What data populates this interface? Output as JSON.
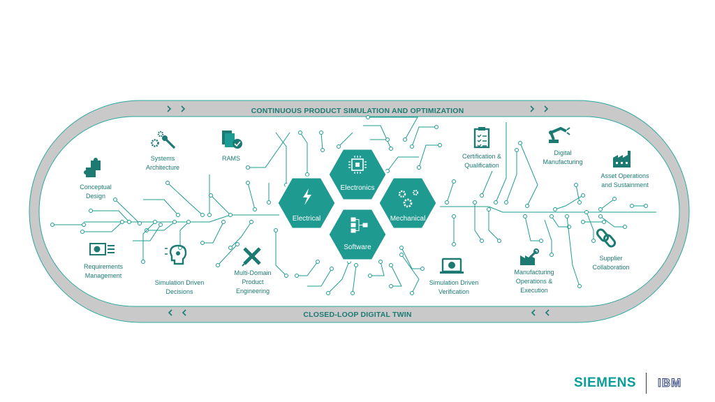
{
  "band": {
    "top": "CONTINUOUS PRODUCT SIMULATION AND OPTIMIZATION",
    "bottom": "CLOSED-LOOP DIGITAL TWIN"
  },
  "hexagons": {
    "electronics": "Electronics",
    "electrical": "Electrical",
    "mechanical": "Mechanical",
    "software": "Software"
  },
  "capabilities": {
    "conceptual_design": [
      "Conceptual",
      "Design"
    ],
    "systems_architecture": [
      "Systems",
      "Architecture"
    ],
    "rams": [
      "RAMS"
    ],
    "requirements_management": [
      "Requirements",
      "Management"
    ],
    "simulation_driven_decisions": [
      "Simulation Driven",
      "Decisions"
    ],
    "multi_domain_product_engineering": [
      "Multi-Domain",
      "Product",
      "Engineering"
    ],
    "certification_qualification": [
      "Certification &",
      "Qualification"
    ],
    "digital_manufacturing": [
      "Digital",
      "Manufacturing"
    ],
    "asset_operations": [
      "Asset Operations",
      "and Sustainment"
    ],
    "simulation_driven_verification": [
      "Simulation Driven",
      "Verification"
    ],
    "manufacturing_operations": [
      "Manufacturing",
      "Operations &",
      "Execution"
    ],
    "supplier_collaboration": [
      "Supplier",
      "Collaboration"
    ]
  },
  "brand": {
    "siemens": "SIEMENS",
    "ibm": "IBM"
  },
  "colors": {
    "teal": "#1c9c92",
    "teal_dark": "#1c7a73",
    "hex_fill": "#1e9a90",
    "band_grey": "#c8c8c8",
    "siemens": "#0a9e98"
  }
}
